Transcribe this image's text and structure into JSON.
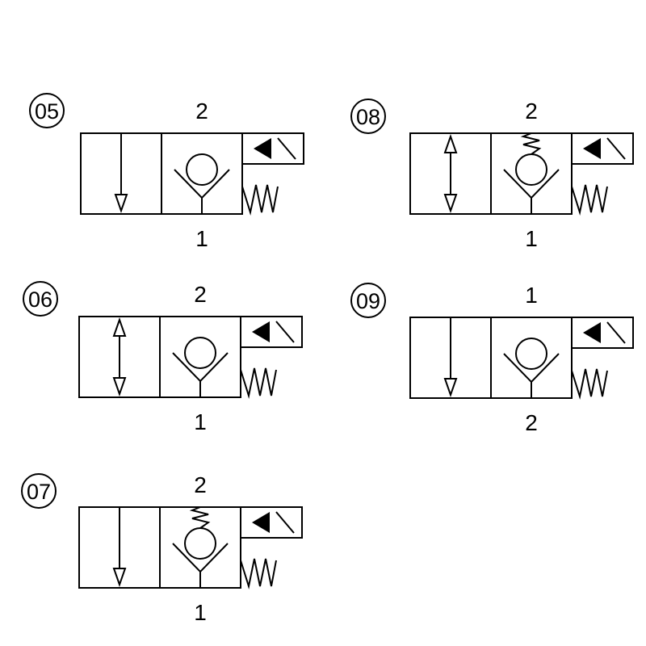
{
  "symbols": [
    {
      "code": "05",
      "top_port": "2",
      "bottom_port": "1",
      "left_arrow": "down",
      "check_spring": false
    },
    {
      "code": "08",
      "top_port": "2",
      "bottom_port": "1",
      "left_arrow": "double",
      "check_spring": true
    },
    {
      "code": "06",
      "top_port": "2",
      "bottom_port": "1",
      "left_arrow": "double",
      "check_spring": false
    },
    {
      "code": "09",
      "top_port": "1",
      "bottom_port": "2",
      "left_arrow": "down",
      "check_spring": false
    },
    {
      "code": "07",
      "top_port": "2",
      "bottom_port": "1",
      "left_arrow": "down",
      "check_spring": true
    }
  ]
}
